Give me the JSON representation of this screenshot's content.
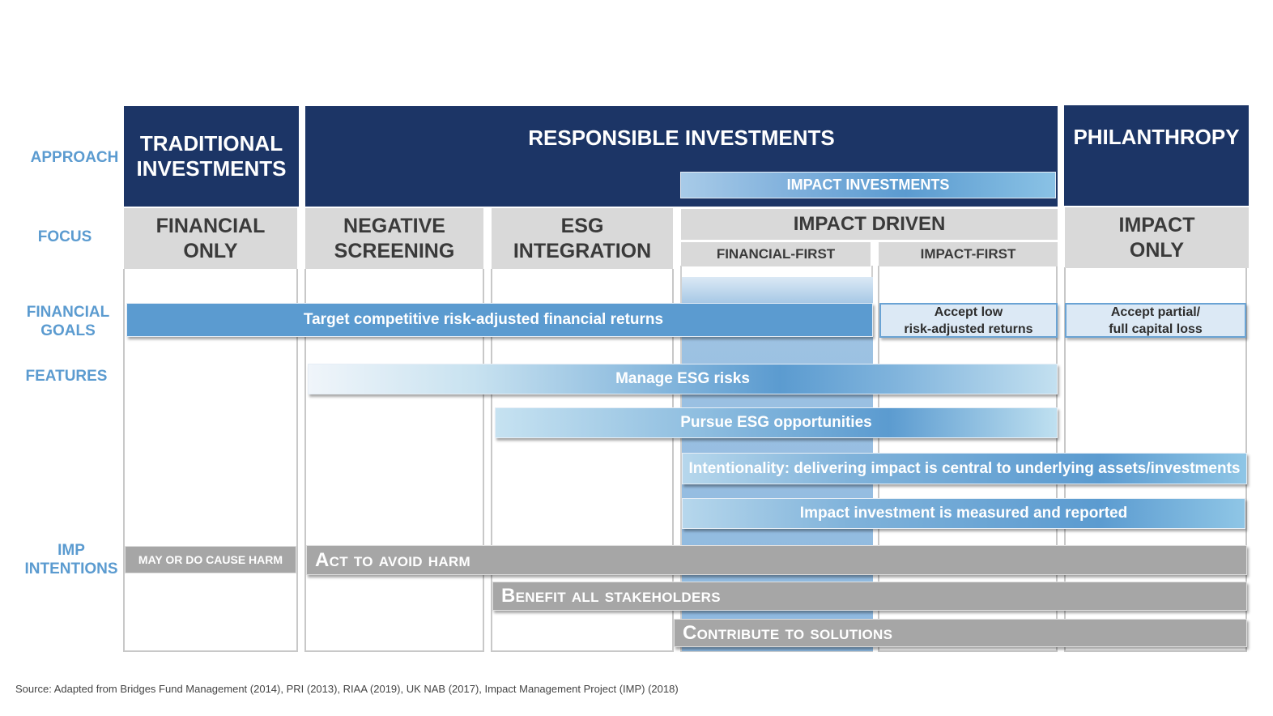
{
  "row_labels": {
    "approach": "APPROACH",
    "focus": "FOCUS",
    "financial_goals_1": "FINANCIAL",
    "financial_goals_2": "GOALS",
    "features": "FEATURES",
    "imp_intentions_1": "IMP",
    "imp_intentions_2": "INTENTIONS"
  },
  "approach": {
    "traditional_1": "TRADITIONAL",
    "traditional_2": "INVESTMENTS",
    "responsible": "RESPONSIBLE INVESTMENTS",
    "impact_investments": "IMPACT INVESTMENTS",
    "philanthropy": "PHILANTHROPY"
  },
  "focus": {
    "financial_only_1": "FINANCIAL",
    "financial_only_2": "ONLY",
    "negative_screening_1": "NEGATIVE",
    "negative_screening_2": "SCREENING",
    "esg_integration_1": "ESG",
    "esg_integration_2": "INTEGRATION",
    "impact_driven": "IMPACT DRIVEN",
    "financial_first": "FINANCIAL-FIRST",
    "impact_first": "IMPACT-FIRST",
    "impact_only_1": "IMPACT",
    "impact_only_2": "ONLY"
  },
  "financial_goals": {
    "target_returns": "Target competitive risk-adjusted financial returns",
    "accept_low_1": "Accept low",
    "accept_low_2": "risk-adjusted returns",
    "accept_partial_1": "Accept partial/",
    "accept_partial_2": "full capital loss"
  },
  "features": {
    "manage_esg_risks": "Manage ESG risks",
    "pursue_esg_opportunities": "Pursue ESG opportunities",
    "intentionality": "Intentionality: delivering impact is central to underlying assets/investments",
    "measured_reported": "Impact investment is measured and reported"
  },
  "imp_intentions": {
    "may_cause_harm": "MAY OR DO CAUSE HARM",
    "act_to_avoid_harm": "Act to avoid harm",
    "benefit_stakeholders": "Benefit all stakeholders",
    "contribute_solutions": "Contribute to solutions"
  },
  "source": "Source: Adapted from Bridges Fund Management (2014), PRI (2013), RIAA (2019), UK NAB (2017), Impact Management Project (IMP) (2018)",
  "colors": {
    "navy": "#1c3566",
    "label_blue": "#5b9bd0",
    "bar_blue": "#5b9bd0",
    "grey_header": "#d9d9d9",
    "imp_grey": "#a6a6a6"
  }
}
